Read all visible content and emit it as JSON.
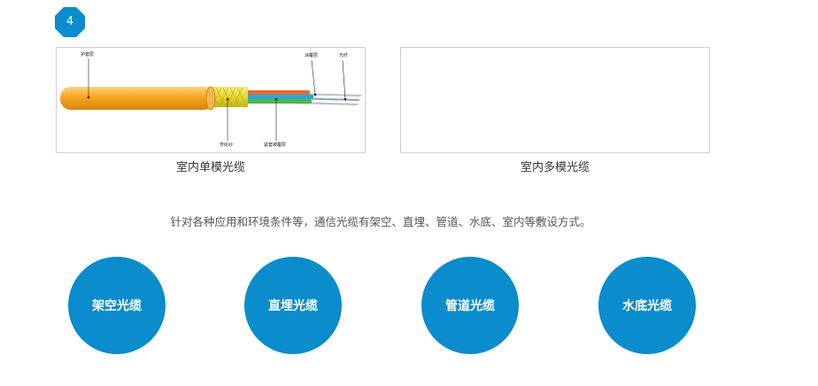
{
  "colors": {
    "accent": "#0a8ccd",
    "jacket": "#f7a51e",
    "aramid": "#e6d82a",
    "buffer_blue": "#2aa7d8",
    "buffer_green": "#4cb84a",
    "buffer_orange": "#e2683a"
  },
  "step": {
    "number": "4"
  },
  "cards": [
    {
      "caption": "室内单模光缆",
      "labels": {
        "jacket": "护套层",
        "coating": "涂覆层",
        "fiber": "光纤",
        "aramid": "芳纶纱",
        "buffer": "紧套被覆层"
      }
    },
    {
      "caption": "室内多模光缆"
    }
  ],
  "intro_text": "针对各种应用和环境条件等，通信光缆有架空、直埋、管道、水底、室内等敷设方式。",
  "categories": [
    {
      "label": "架空光缆"
    },
    {
      "label": "直埋光缆"
    },
    {
      "label": "管道光缆"
    },
    {
      "label": "水底光缆"
    }
  ]
}
